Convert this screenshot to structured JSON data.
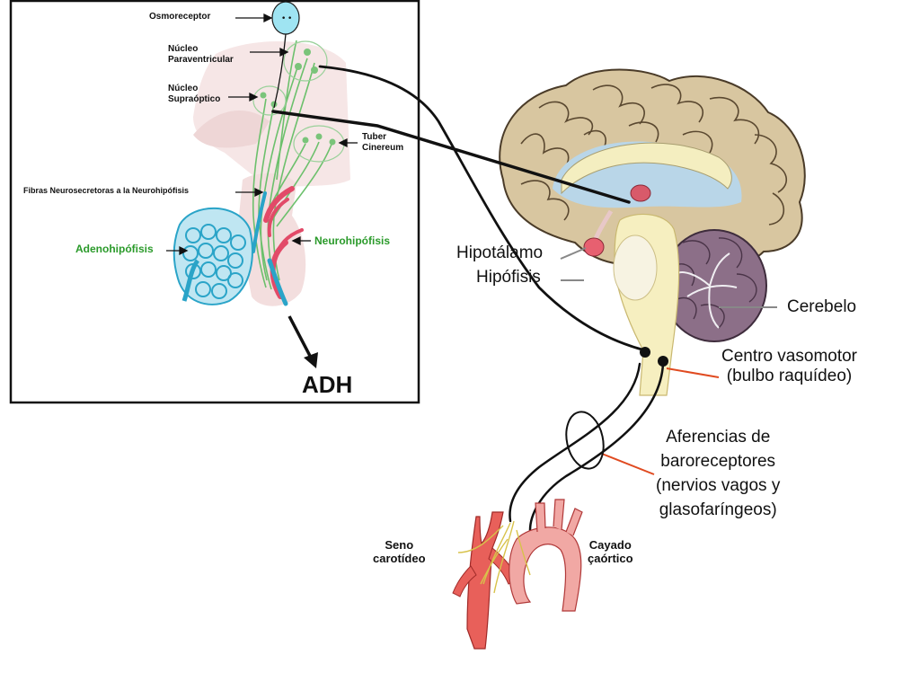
{
  "inset": {
    "osmoreceptor": "Osmoreceptor",
    "paraventricular": [
      "Núcleo",
      "Paraventricular"
    ],
    "supraoptic": [
      "Núcleo",
      "Supraóptico"
    ],
    "tuber": [
      "Tuber",
      "Cinereum"
    ],
    "fibras": "Fibras Neurosecretoras a la Neurohipófisis",
    "adenohipofisis": "Adenohipófisis",
    "neurohipofisis": "Neurohipófisis",
    "adh": "ADH"
  },
  "brain": {
    "hipotalamo": "Hipotálamo",
    "hipofisis": "Hipófisis",
    "cerebelo": "Cerebelo",
    "centro": [
      "Centro vasomotor",
      "(bulbo raquídeo)"
    ],
    "aferencias": [
      "Aferencias de",
      "baroreceptores",
      "(nervios vagos y",
      "glasofaríngeos)"
    ]
  },
  "vessels": {
    "seno": [
      "Seno",
      "carotídeo"
    ],
    "cayado": [
      "Cayado",
      "çaórtico"
    ]
  }
}
